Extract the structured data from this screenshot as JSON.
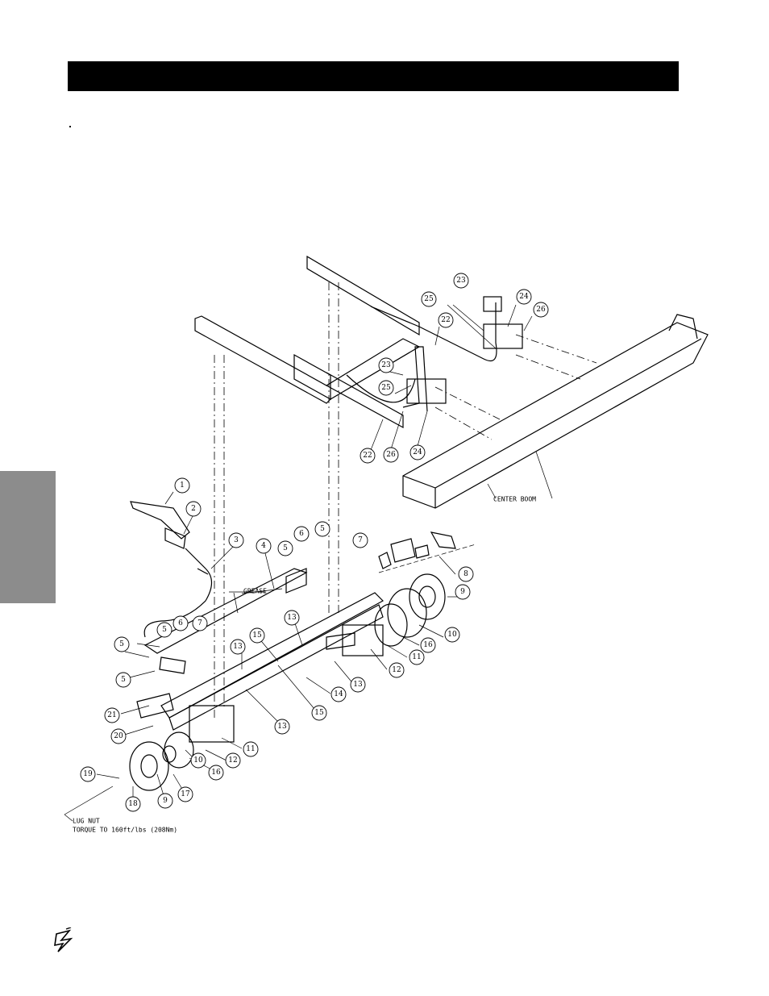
{
  "labels": {
    "center_boom": "CENTER BOOM",
    "grease": "GREASE",
    "lug_nut": "LUG NUT",
    "torque": "TORQUE TO 160ft/lbs (208Nm)"
  },
  "callouts": [
    {
      "id": "c1",
      "text": "1"
    },
    {
      "id": "c2",
      "text": "2"
    },
    {
      "id": "c3",
      "text": "3"
    },
    {
      "id": "c4",
      "text": "4"
    },
    {
      "id": "c5a",
      "text": "5"
    },
    {
      "id": "c5b",
      "text": "5"
    },
    {
      "id": "c5c",
      "text": "5"
    },
    {
      "id": "c5d",
      "text": "5"
    },
    {
      "id": "c5e",
      "text": "5"
    },
    {
      "id": "c6a",
      "text": "6"
    },
    {
      "id": "c6b",
      "text": "6"
    },
    {
      "id": "c7a",
      "text": "7"
    },
    {
      "id": "c7b",
      "text": "7"
    },
    {
      "id": "c8",
      "text": "8"
    },
    {
      "id": "c9a",
      "text": "9"
    },
    {
      "id": "c9b",
      "text": "9"
    },
    {
      "id": "c10a",
      "text": "10"
    },
    {
      "id": "c10b",
      "text": "10"
    },
    {
      "id": "c11a",
      "text": "11"
    },
    {
      "id": "c11b",
      "text": "11"
    },
    {
      "id": "c12a",
      "text": "12"
    },
    {
      "id": "c12b",
      "text": "12"
    },
    {
      "id": "c13a",
      "text": "13"
    },
    {
      "id": "c13b",
      "text": "13"
    },
    {
      "id": "c13c",
      "text": "13"
    },
    {
      "id": "c13d",
      "text": "13"
    },
    {
      "id": "c14",
      "text": "14"
    },
    {
      "id": "c15a",
      "text": "15"
    },
    {
      "id": "c15b",
      "text": "15"
    },
    {
      "id": "c16a",
      "text": "16"
    },
    {
      "id": "c16b",
      "text": "16"
    },
    {
      "id": "c17",
      "text": "17"
    },
    {
      "id": "c18",
      "text": "18"
    },
    {
      "id": "c19",
      "text": "19"
    },
    {
      "id": "c20",
      "text": "20"
    },
    {
      "id": "c21",
      "text": "21"
    },
    {
      "id": "c22a",
      "text": "22"
    },
    {
      "id": "c22b",
      "text": "22"
    },
    {
      "id": "c23a",
      "text": "23"
    },
    {
      "id": "c23b",
      "text": "23"
    },
    {
      "id": "c24a",
      "text": "24"
    },
    {
      "id": "c24b",
      "text": "24"
    },
    {
      "id": "c25a",
      "text": "25"
    },
    {
      "id": "c25b",
      "text": "25"
    },
    {
      "id": "c26a",
      "text": "26"
    },
    {
      "id": "c26b",
      "text": "26"
    }
  ],
  "colors": {
    "header_bar": "#000000",
    "side_tab": "#8c8c8c",
    "line": "#000000"
  },
  "icons": {
    "logo": "brand-logo-icon"
  }
}
